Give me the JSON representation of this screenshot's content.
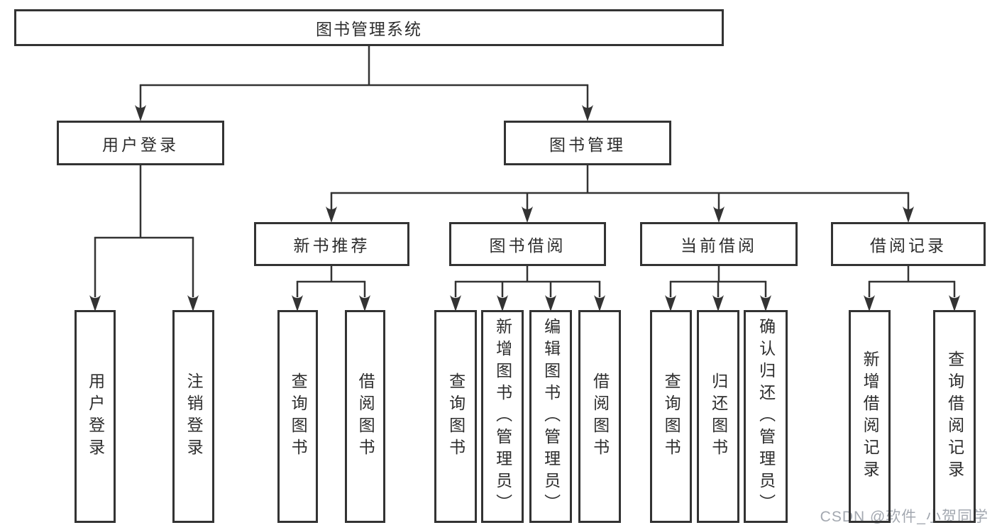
{
  "diagram": {
    "root": {
      "label": "图书管理系统"
    },
    "branches": [
      {
        "label": "用户登录",
        "children": [
          {
            "label": "用户登录"
          },
          {
            "label": "注销登录"
          }
        ]
      },
      {
        "label": "图书管理",
        "children": [
          {
            "label": "新书推荐",
            "children": [
              {
                "label": "查询图书"
              },
              {
                "label": "借阅图书"
              }
            ]
          },
          {
            "label": "图书借阅",
            "children": [
              {
                "label": "查询图书"
              },
              {
                "label": "新增图书（管理员）"
              },
              {
                "label": "编辑图书（管理员）"
              },
              {
                "label": "借阅图书"
              }
            ]
          },
          {
            "label": "当前借阅",
            "children": [
              {
                "label": "查询图书"
              },
              {
                "label": "归还图书"
              },
              {
                "label": "确认归还（管理员）"
              }
            ]
          },
          {
            "label": "借阅记录",
            "children": [
              {
                "label": "新增借阅记录"
              },
              {
                "label": "查询借阅记录"
              }
            ]
          }
        ]
      }
    ]
  },
  "watermark": {
    "text": "CSDN @软件_小贺同学",
    "color": "#a3a8b0"
  },
  "colors": {
    "line": "#333333",
    "box_border": "#333333",
    "text": "#2d2d2d",
    "background": "#ffffff"
  }
}
